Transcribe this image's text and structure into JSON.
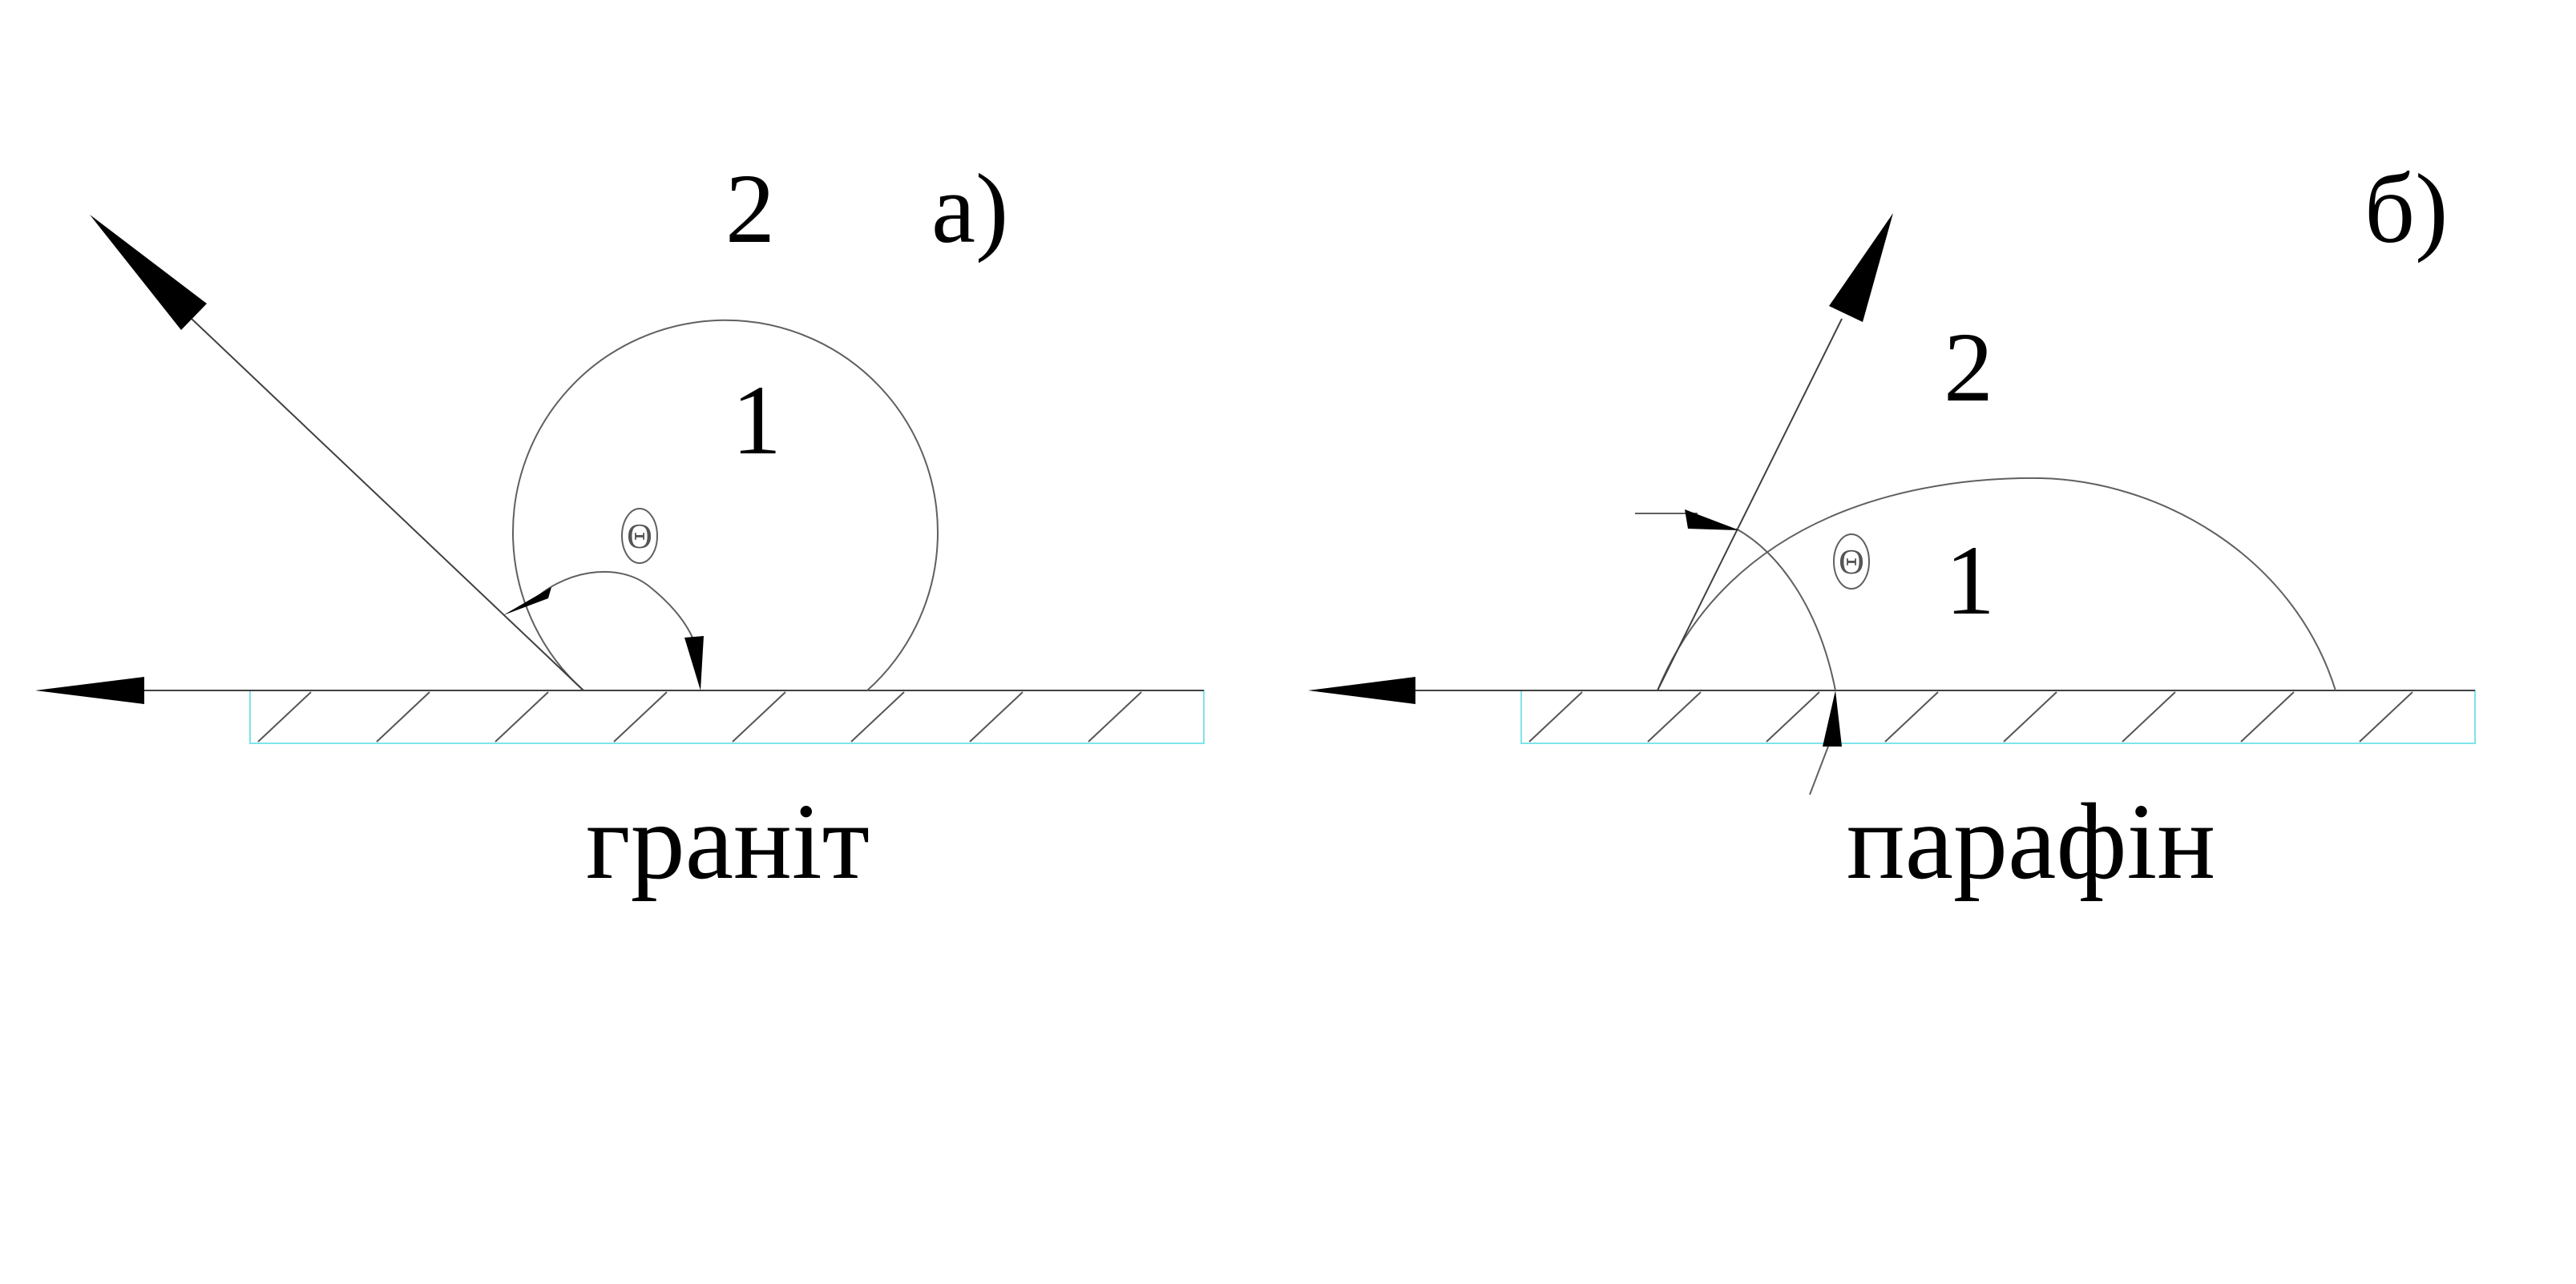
{
  "figure": {
    "panel_a": {
      "label": "а)",
      "liquid_label": "1",
      "medium_label": "2",
      "angle_symbol": "Θ",
      "material": "граніт"
    },
    "panel_b": {
      "label": "б)",
      "liquid_label": "1",
      "medium_label": "2",
      "angle_symbol": "Θ",
      "material": "парафін"
    }
  },
  "colors": {
    "lines": "#404040",
    "hatch_outline": "#7fe3ea",
    "text": "#000000"
  }
}
